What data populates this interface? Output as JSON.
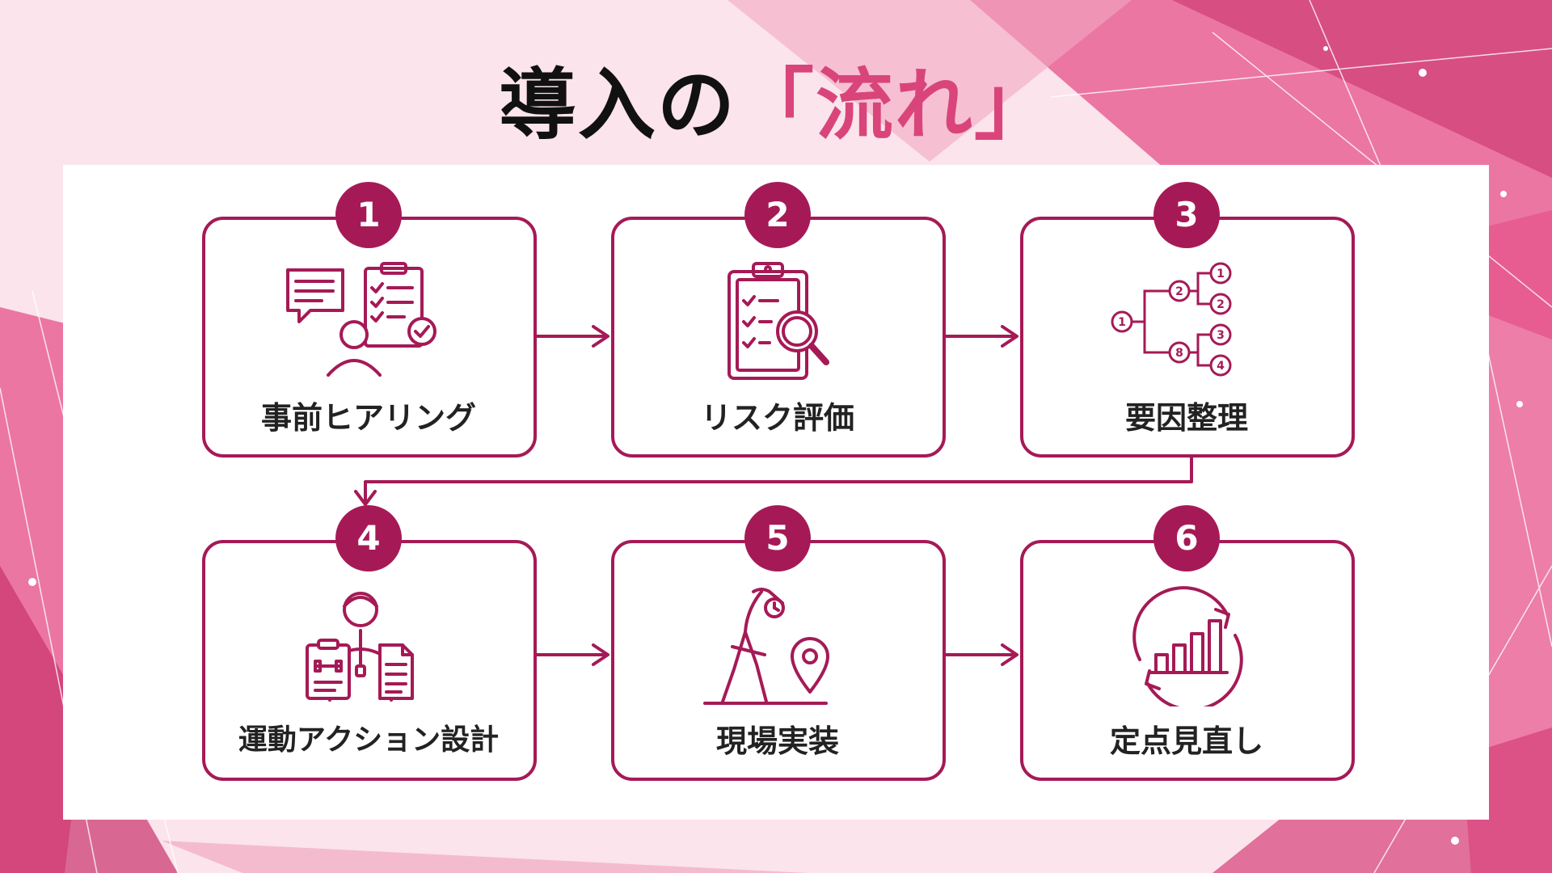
{
  "colors": {
    "accent": "#a51a56",
    "accent_pink": "#d9457a",
    "bg_pink": "#e6528a"
  },
  "title": {
    "prefix": "導入の",
    "highlight": "「流れ」"
  },
  "steps": [
    {
      "number": "1",
      "label": "事前ヒアリング",
      "icon": "interview-checklist-icon"
    },
    {
      "number": "2",
      "label": "リスク評価",
      "icon": "clipboard-magnifier-icon"
    },
    {
      "number": "3",
      "label": "要因整理",
      "icon": "factor-tree-icon"
    },
    {
      "number": "4",
      "label": "運動アクション設計",
      "icon": "trainer-plan-icon"
    },
    {
      "number": "5",
      "label": "現場実装",
      "icon": "stretch-location-icon"
    },
    {
      "number": "6",
      "label": "定点見直し",
      "icon": "cycle-chart-icon"
    }
  ],
  "tree_nodes": [
    "1",
    "2",
    "8",
    "1",
    "2",
    "3",
    "4"
  ]
}
